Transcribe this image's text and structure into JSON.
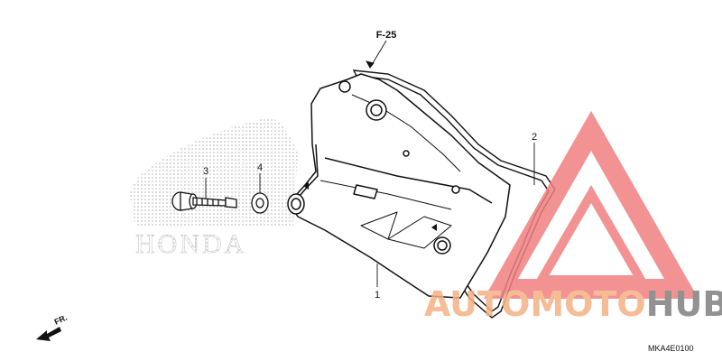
{
  "diagram": {
    "reference": "F-25",
    "callouts": [
      {
        "id": "1",
        "label": "1"
      },
      {
        "id": "2",
        "label": "2"
      },
      {
        "id": "3",
        "label": "3"
      },
      {
        "id": "4",
        "label": "4"
      }
    ],
    "direction_label": "FR.",
    "code": "MKA4E0100"
  },
  "background_logo": {
    "text": "HONDA"
  },
  "watermark": {
    "part1": "AUTO",
    "part2": "MOTO",
    "part3": "HUB",
    "color_primary": "#f4b183",
    "color_secondary": "#f08080",
    "color_dark": "#7f7f7f"
  }
}
